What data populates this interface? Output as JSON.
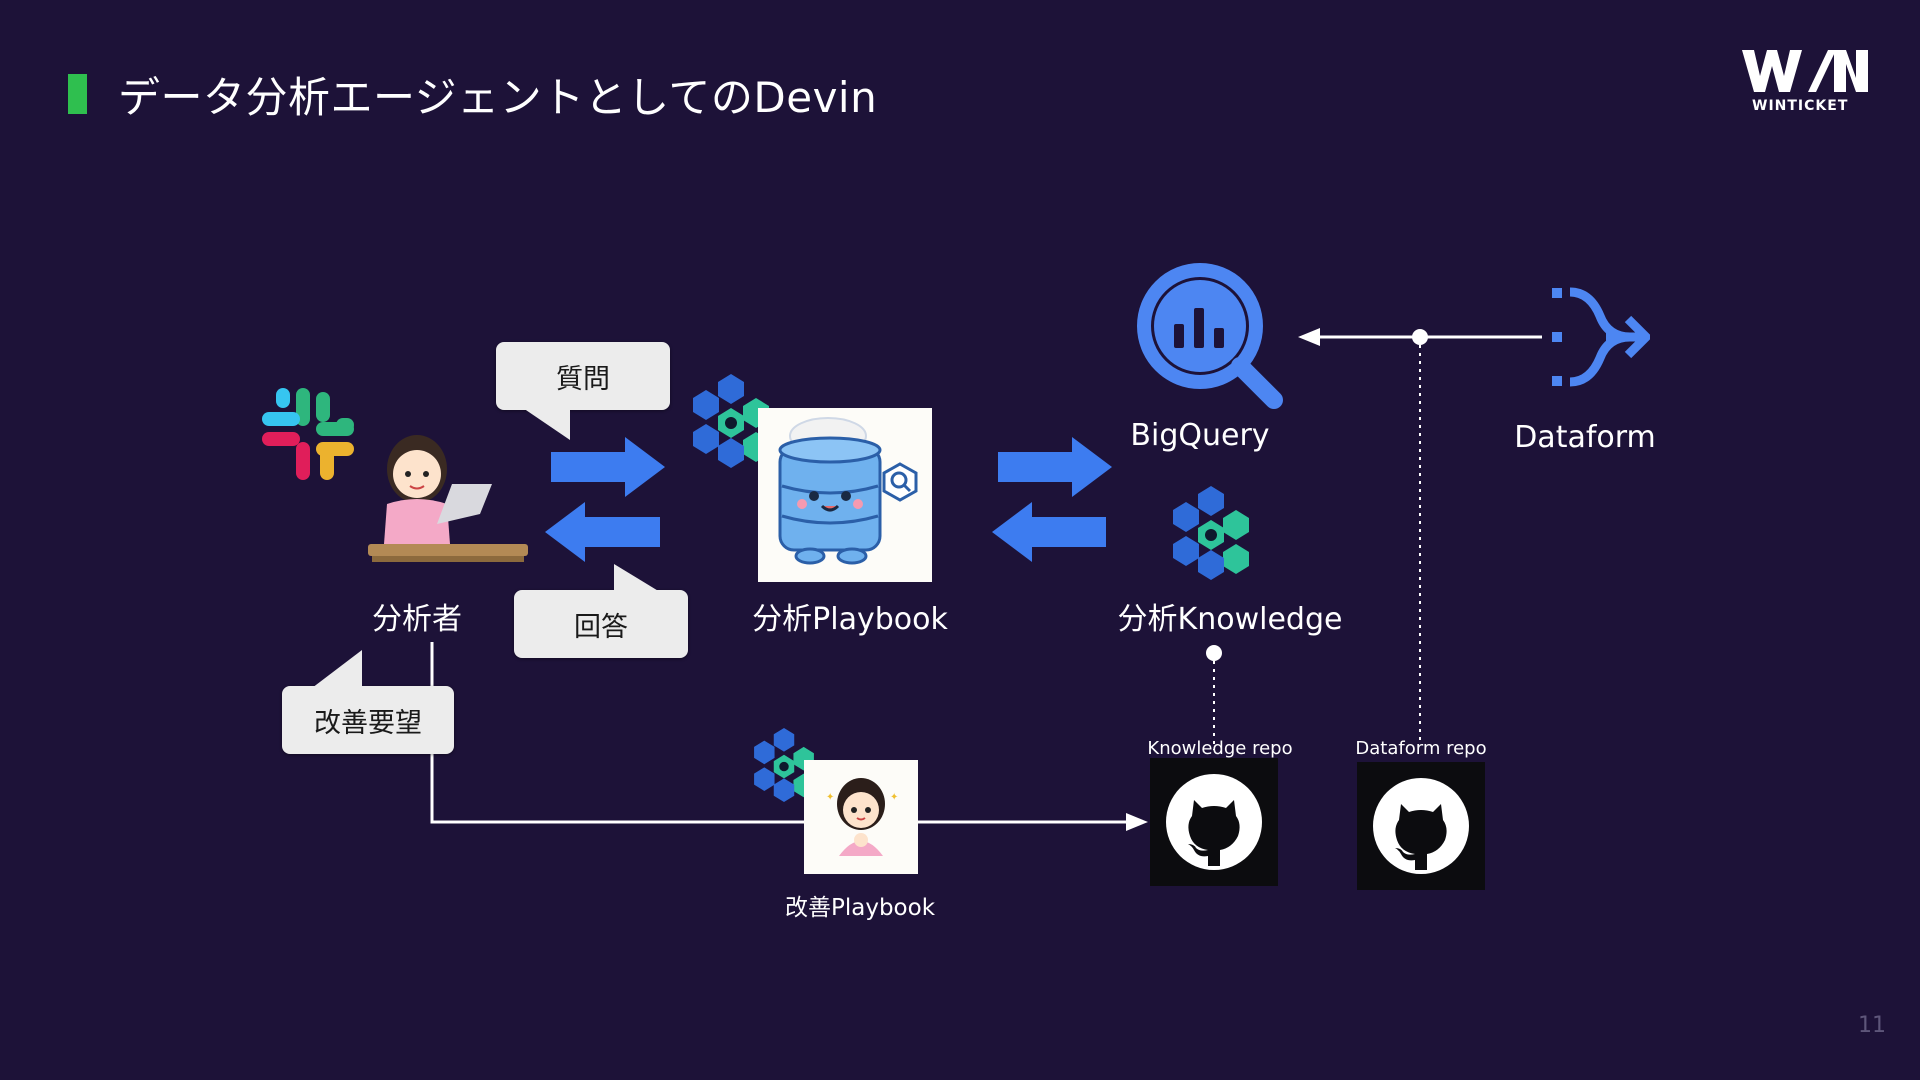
{
  "slide": {
    "title": "データ分析エージェントとしてのDevin",
    "page_number": "11",
    "accent_color": "#2fbf4f",
    "background_color": "#1d1238"
  },
  "logo": {
    "text": "WINTICKET",
    "mark": "W/N"
  },
  "diagram": {
    "analyst_label": "分析者",
    "question_bubble": "質問",
    "answer_bubble": "回答",
    "improve_bubble": "改善要望",
    "playbook_label": "分析Playbook",
    "bigquery_label": "BigQuery",
    "dataform_label": "Dataform",
    "knowledge_label": "分析Knowledge",
    "improve_playbook_label": "改善Playbook",
    "knowledge_repo_label": "Knowledge repo",
    "dataform_repo_label": "Dataform repo"
  },
  "icons": [
    "slack-icon",
    "devin-icon",
    "bigquery-icon",
    "dataform-icon",
    "github-icon",
    "arrow-icon"
  ],
  "colors": {
    "arrow_blue": "#3d7cf0",
    "bigquery_blue": "#4d86f2",
    "devin_teal": "#2ec49a",
    "devin_blue": "#2f6bd8"
  }
}
